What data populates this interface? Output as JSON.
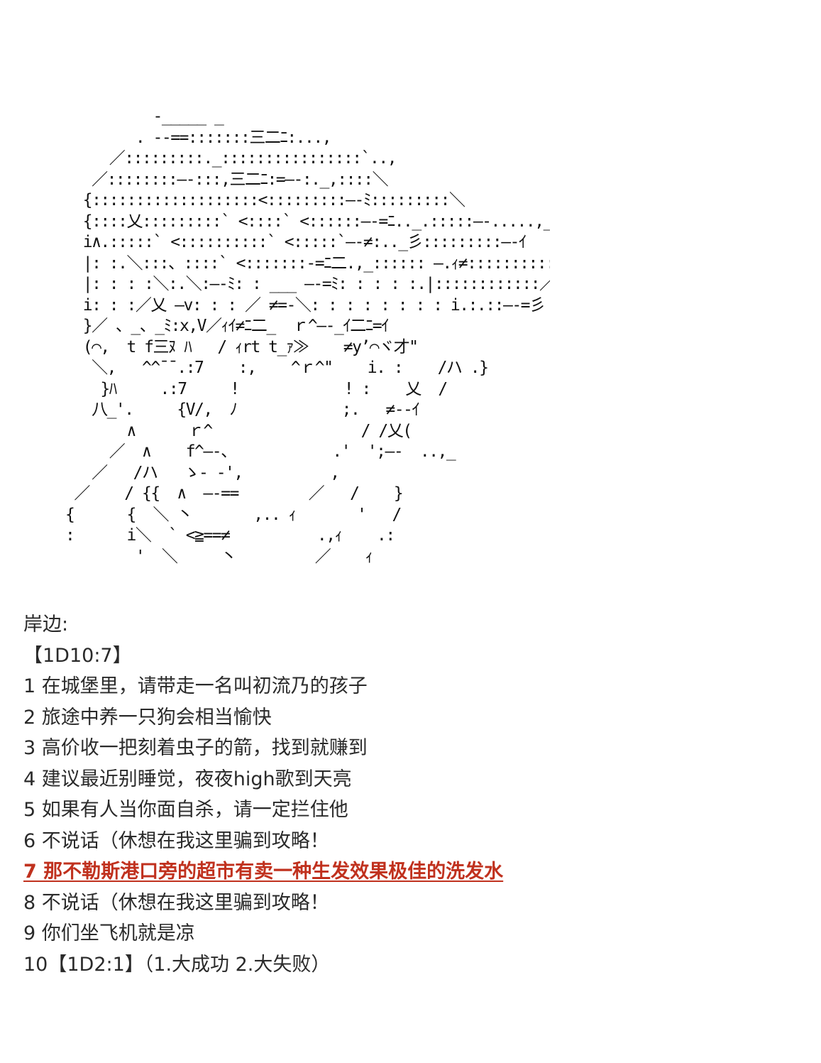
{
  "ascii_art": [
    "             -_____ _",
    "           . --==:::::::三二ﾆ:...,",
    "        ／:::::::::._::::::::::::::::`..,",
    "      ／::::::::—-:::,三二ﾆ:=—-:._,::::＼",
    "     {:::::::::::::::::::<:::::::::—-ﾐ:::::::::＼",
    "     {::::乂:::::::::` <::::` <::::::—-=ﾆ.._.:::::—-.....,___,",
    "     i∧.:::::` <::::::::::` <:::::`—-≠:.._彡:::::::::—-ｲ",
    "     |: :.＼:::、::::` <:::::::-=ﾆ二.,_:::::: —.ｨ≠:::::::::::≠",
    "     |: : : :＼:.＼:—-ﾐ: : ___ —-=ﾐ: : : : :.|::::::::::::／",
    "     i: : :／乂 —v: : : ／ ≠=-＼: : : : : : : : i.:.::—-=彡",
    "     }／ 、_、_ﾐ:x,V／ｨｲ≠ﾆ二_  ｒ^—-_ｲ二ﾆ=ｲ",
    "     (⌒,  t f三ﾇ ﾊ   / ｨrt t_ｧ≫    ≠y’⌒ヾ才\"",
    "      ＼,   ^^¯¯.:7    :,    ^ｒ^\"    i. :    /ハ .}",
    "       }ﾊ     .:7     !            ! :    乂  /",
    "      八_'.     {V/,  ﾉ            ;.   ≠--ｲ",
    "          ∧      ｒ^                 / /乂(",
    "        ／  ∧    f^—-、           .'  ';—-  ..,_",
    "      ／   /ハ   ゝ- -',          ,",
    "    ／    / {{  ∧  —-==        ／   /    }",
    "   {      {  ＼ 丶       ,.. ｨ       '   /",
    "   :      i＼  ` <≧==≠          .,ｨ    .:",
    "           '  ＼     丶         ／    ｨ"
  ],
  "lines": [
    {
      "text": "岸边:"
    },
    {
      "text": "【1D10:7】"
    },
    {
      "text": "1 在城堡里，请带走一名叫初流乃的孩子"
    },
    {
      "text": "2 旅途中养一只狗会相当愉快"
    },
    {
      "text": "3 高价收一把刻着虫子的箭，找到就赚到"
    },
    {
      "text": "4 建议最近别睡觉，夜夜high歌到天亮"
    },
    {
      "text": "5 如果有人当你面自杀，请一定拦住他"
    },
    {
      "text": "6 不说话（休想在我这里骗到攻略！"
    },
    {
      "text": "7 那不勒斯港口旁的超市有卖一种生发效果极佳的洗发水",
      "highlight": true
    },
    {
      "text": "8 不说话（休想在我这里骗到攻略！"
    },
    {
      "text": "9 你们坐飞机就是凉"
    },
    {
      "text": "10【1D2:1】（1.大成功 2.大失败）"
    }
  ],
  "colors": {
    "text": "#2a2a2a",
    "highlight": "#c0311e",
    "background": "#ffffff"
  }
}
